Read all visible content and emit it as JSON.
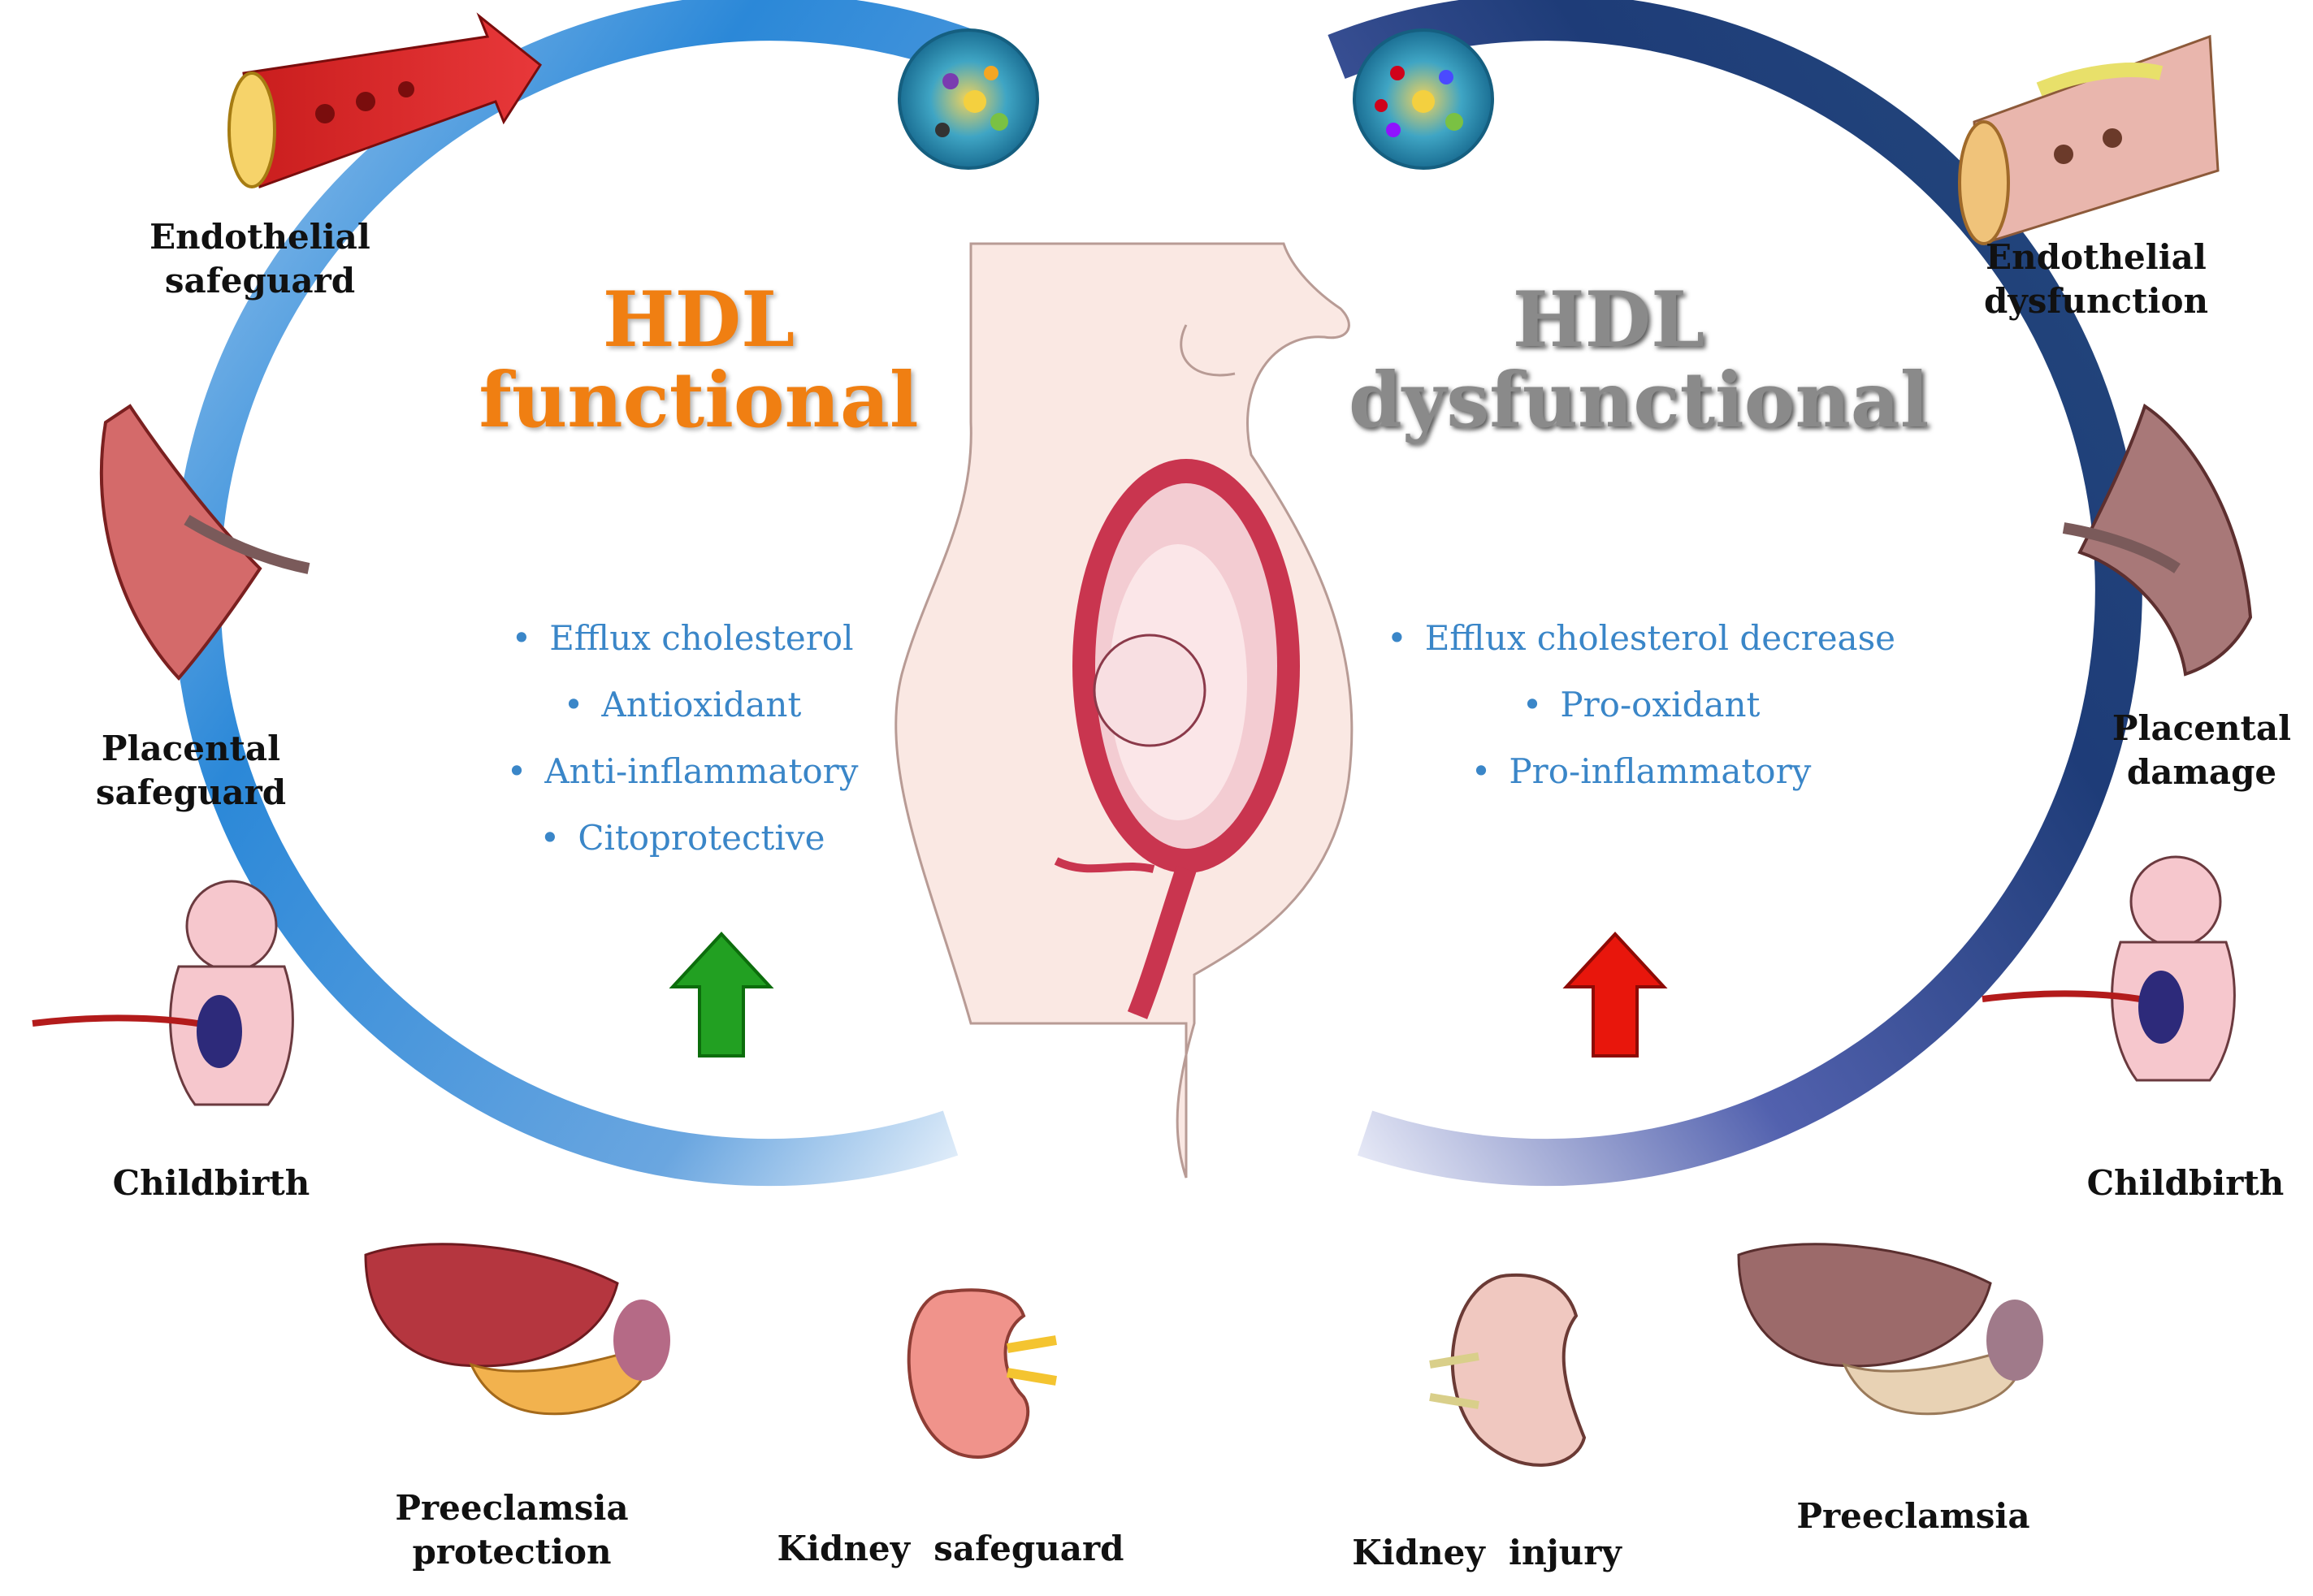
{
  "left": {
    "title_line1": "HDL",
    "title_line2": "functional",
    "properties": [
      "Efflux cholesterol",
      "Antioxidant",
      "Anti-inflammatory",
      "Citoprotective"
    ],
    "labels": {
      "endothelial": [
        "Endothelial",
        "safeguard"
      ],
      "placental": [
        "Placental",
        "safeguard"
      ],
      "childbirth": [
        "Childbirth"
      ],
      "preeclamsia": [
        "Preeclamsia",
        "protection"
      ],
      "kidney": [
        "Kidney  safeguard"
      ]
    },
    "arrow_color": "#22a022"
  },
  "right": {
    "title_line1": "HDL",
    "title_line2": "dysfunctional",
    "properties": [
      "Efflux cholesterol  decrease",
      "Pro-oxidant",
      "Pro-inflammatory"
    ],
    "labels": {
      "endothelial": [
        "Endothelial",
        "dysfunction"
      ],
      "placental": [
        "Placental",
        "damage"
      ],
      "childbirth": [
        "Childbirth"
      ],
      "preeclamsia": [
        "Preeclamsia"
      ],
      "kidney": [
        "Kidney  injury"
      ]
    },
    "arrow_color": "#e8160c"
  },
  "colors": {
    "functional_title": "#f07f12",
    "dysfunctional_title": "#8a8a8a",
    "bullet_text": "#3a86c8",
    "left_ring": "#2e86d6",
    "right_ring": "#1d3a7a"
  }
}
